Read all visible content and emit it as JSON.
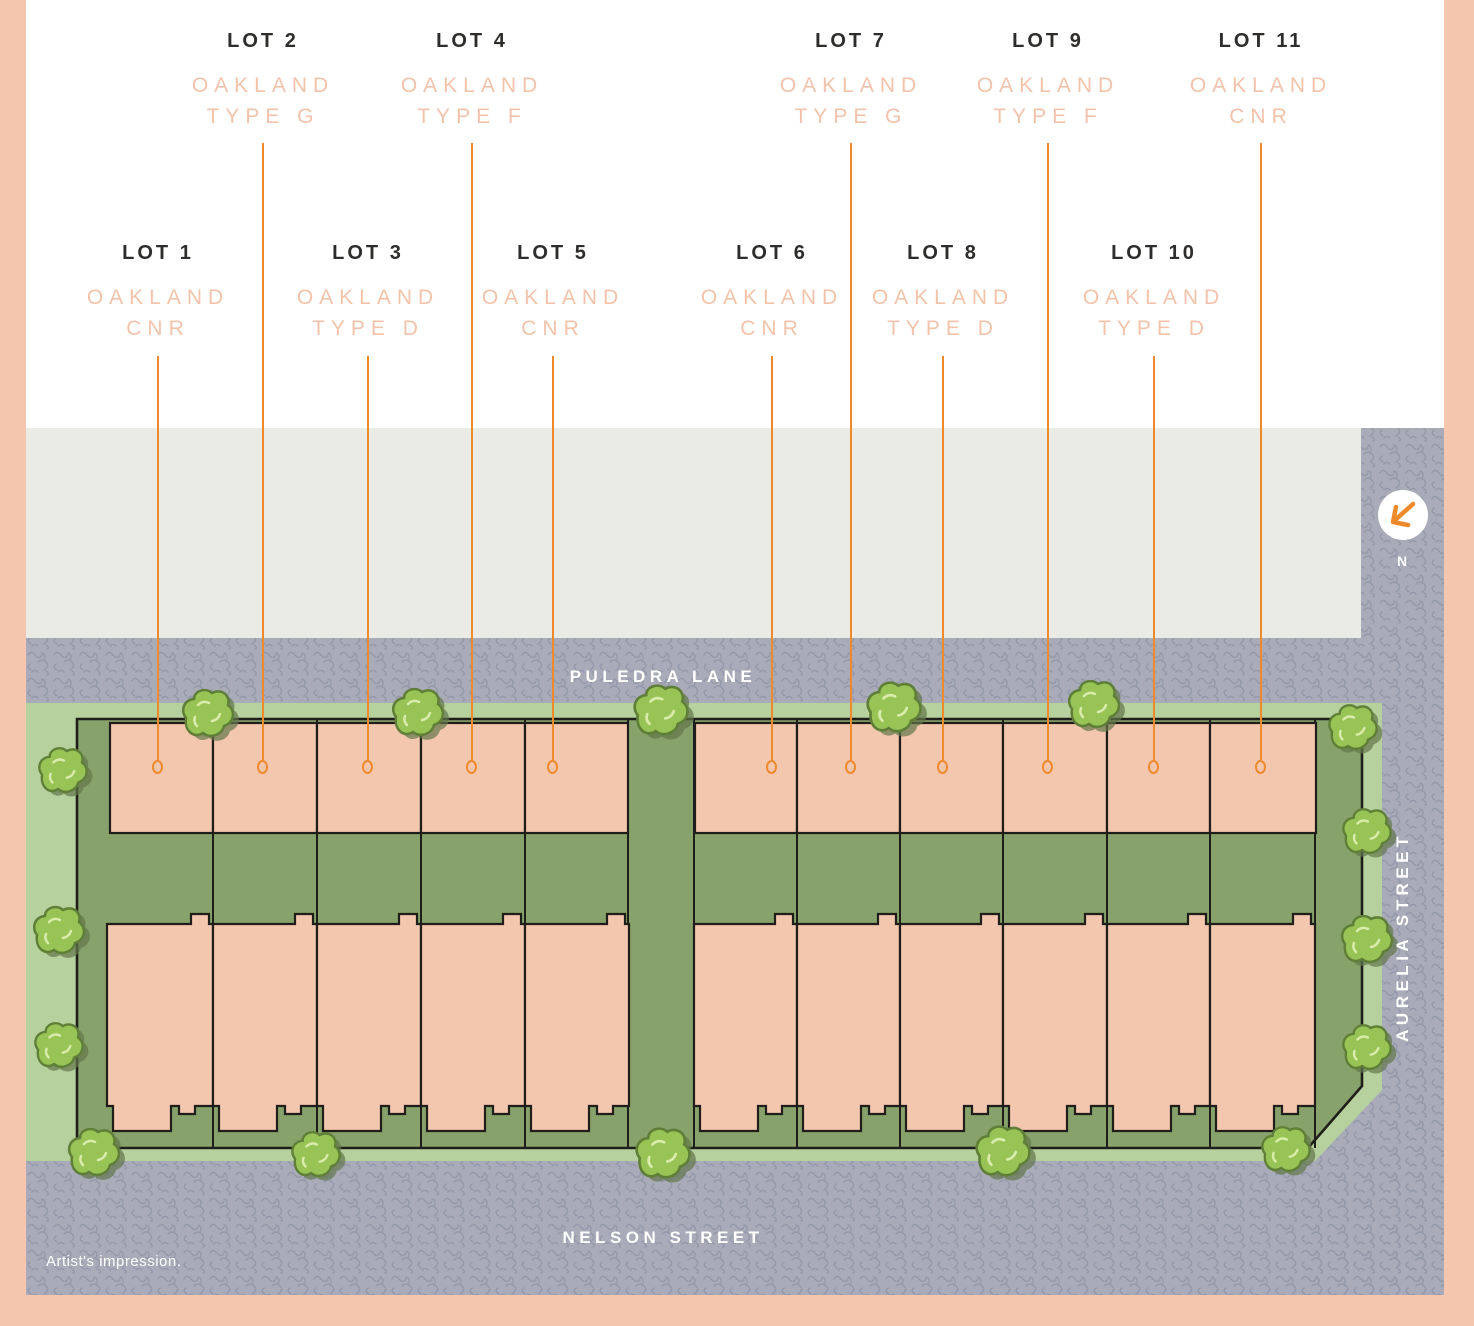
{
  "map": {
    "streets": {
      "top": "PULEDRA LANE",
      "bottom": "NELSON STREET",
      "right": "AURELIA STREET"
    },
    "north_marker": {
      "label": "N"
    },
    "disclaimer": "Artist's impression."
  },
  "lots": [
    {
      "number": "LOT 1",
      "product": "OAKLAND",
      "variant": "CNR"
    },
    {
      "number": "LOT 2",
      "product": "OAKLAND",
      "variant": "TYPE G"
    },
    {
      "number": "LOT 3",
      "product": "OAKLAND",
      "variant": "TYPE D"
    },
    {
      "number": "LOT 4",
      "product": "OAKLAND",
      "variant": "TYPE F"
    },
    {
      "number": "LOT 5",
      "product": "OAKLAND",
      "variant": "CNR"
    },
    {
      "number": "LOT 6",
      "product": "OAKLAND",
      "variant": "CNR"
    },
    {
      "number": "LOT 7",
      "product": "OAKLAND",
      "variant": "TYPE G"
    },
    {
      "number": "LOT 8",
      "product": "OAKLAND",
      "variant": "TYPE D"
    },
    {
      "number": "LOT 9",
      "product": "OAKLAND",
      "variant": "TYPE F"
    },
    {
      "number": "LOT 10",
      "product": "OAKLAND",
      "variant": "TYPE D"
    },
    {
      "number": "LOT 11",
      "product": "OAKLAND",
      "variant": "CNR"
    }
  ],
  "colors": {
    "page_bg": "#f3c6ad",
    "panel_bg": "#ffffff",
    "neighbour_parcel": "#ebebe6",
    "street_base": "#a9acb8",
    "street_texture": "#9499aa",
    "verge_green": "#b6d19e",
    "site_green": "#87a26a",
    "building_fill": "#f3c6ae",
    "building_outline": "#201e1b",
    "tree_green": "#98c455",
    "leader_orange": "#ee8a2c",
    "lot_number_text": "#2e2d2b",
    "lot_type_text": "#f2c3aa",
    "street_text": "#ffffff"
  }
}
